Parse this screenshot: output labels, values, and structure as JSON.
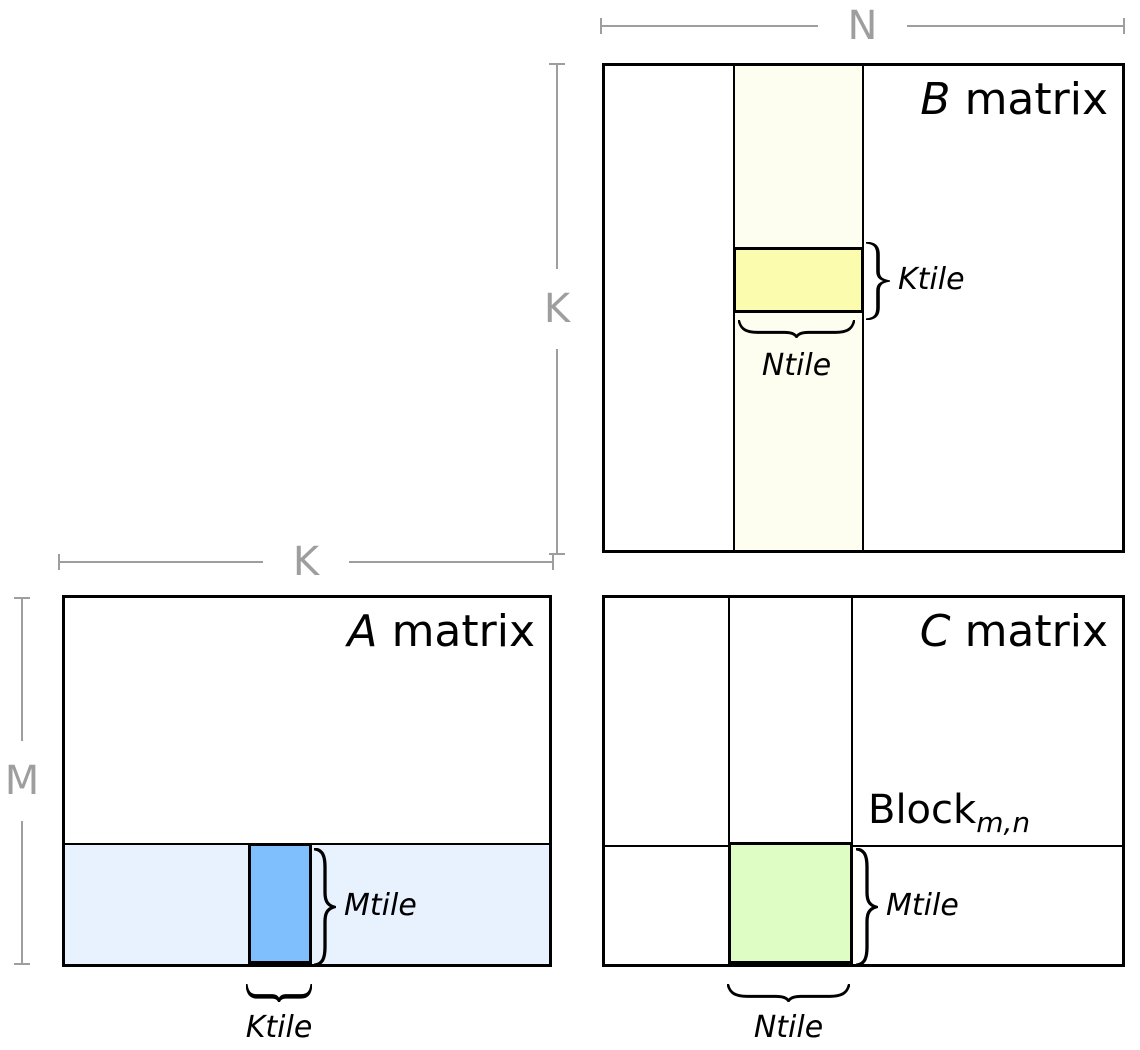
{
  "colors": {
    "border": "#000000",
    "dim": "#9e9e9e",
    "b_strip": "#fefef0",
    "b_tile": "#fcfcae",
    "a_strip": "#e8f2fe",
    "a_tile": "#7fbffe",
    "c_tile": "#ddfdc4"
  },
  "dims": {
    "n": "N",
    "k_vertical": "K",
    "k_horizontal": "K",
    "m": "M"
  },
  "matrices": {
    "b": {
      "title_letter": "B",
      "title_rest": "matrix",
      "ktile_label": "Ktile",
      "ntile_label": "Ntile"
    },
    "a": {
      "title_letter": "A",
      "title_rest": "matrix",
      "mtile_label": "Mtile",
      "ktile_label": "Ktile"
    },
    "c": {
      "title_letter": "C",
      "title_rest": "matrix",
      "block_base": "Block",
      "block_sub": "m,n",
      "mtile_label": "Mtile",
      "ntile_label": "Ntile"
    }
  }
}
